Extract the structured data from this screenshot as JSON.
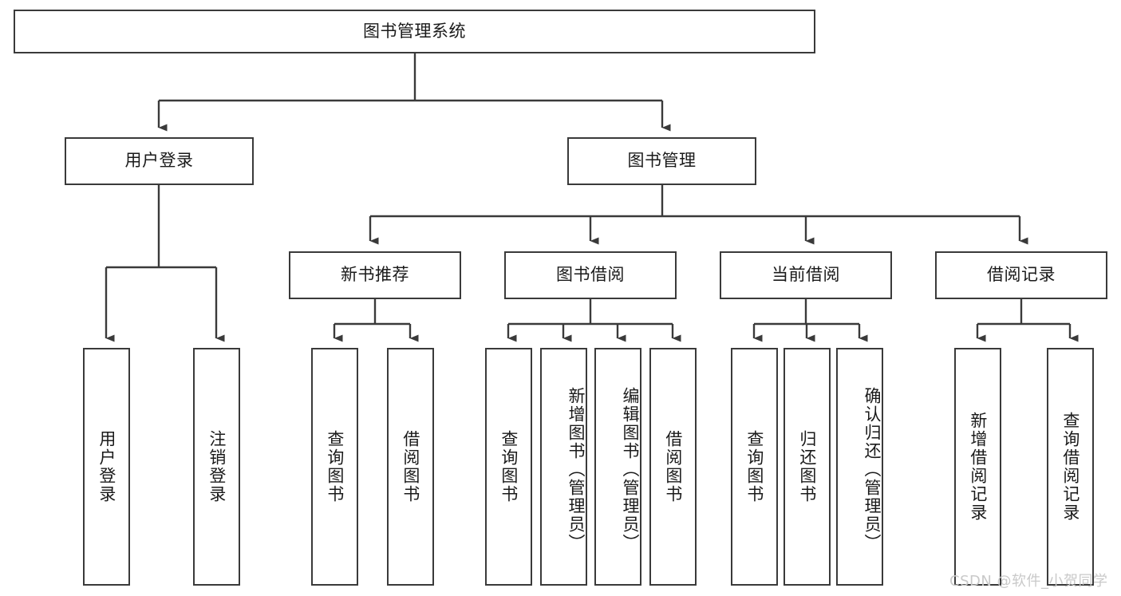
{
  "diagram": {
    "type": "tree",
    "title": "图书管理系统",
    "root": {
      "label": "图书管理系统"
    },
    "level1": [
      {
        "label": "用户登录"
      },
      {
        "label": "图书管理"
      }
    ],
    "level2": [
      {
        "label": "新书推荐"
      },
      {
        "label": "图书借阅"
      },
      {
        "label": "当前借阅"
      },
      {
        "label": "借阅记录"
      }
    ],
    "leaves": {
      "user_login": [
        {
          "label": "用户登录"
        },
        {
          "label": "注销登录"
        }
      ],
      "new_book_recommend": [
        {
          "label": "查询图书"
        },
        {
          "label": "借阅图书"
        }
      ],
      "book_borrow": [
        {
          "label": "查询图书"
        },
        {
          "label": "新增图书（管理员）"
        },
        {
          "label": "编辑图书（管理员）"
        },
        {
          "label": "借阅图书"
        }
      ],
      "current_borrow": [
        {
          "label": "查询图书"
        },
        {
          "label": "归还图书"
        },
        {
          "label": "确认归还（管理员）"
        }
      ],
      "borrow_record": [
        {
          "label": "新增借阅记录"
        },
        {
          "label": "查询借阅记录"
        }
      ]
    }
  },
  "watermark": {
    "text": "CSDN @软件_小贺同学"
  },
  "colors": {
    "stroke": "#3a3a3a",
    "background": "#ffffff",
    "text": "#1a1a1a",
    "watermark": "#c9c9c9"
  }
}
